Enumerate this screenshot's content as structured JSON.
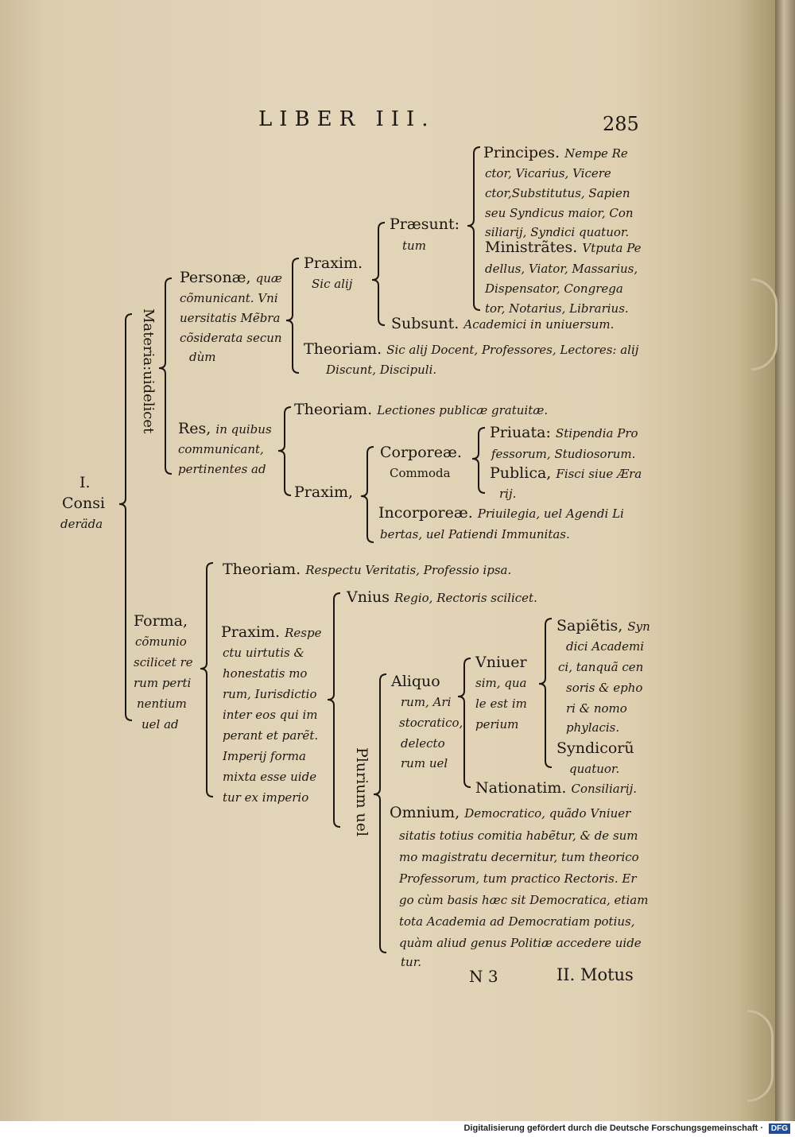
{
  "header": {
    "running_title": "LIBER III.",
    "page_number": "285"
  },
  "root": {
    "line1": "I.",
    "line2": "Consi",
    "line3": "deräda"
  },
  "materia": {
    "label": "Materia:uidelicet",
    "personae": {
      "l1a": "Personæ,",
      "l1b": "quæ",
      "l2": "cõmunicant. Vni",
      "l3": "uersitatis Mẽbra",
      "l4": "cõsiderata secun",
      "l5": "dùm"
    },
    "praxim_p": {
      "head": "Praxim.",
      "sub": "Sic alij"
    },
    "praesunt": {
      "head": "Præsunt:",
      "sub": "tum"
    },
    "principes": {
      "head": "Principes.",
      "l1": "Nempe Re",
      "l2": "ctor, Vicarius, Vicere",
      "l3": "ctor,Substitutus, Sapien",
      "l4": "seu Syndicus maior, Con",
      "l5": "siliarij, Syndici quatuor."
    },
    "ministrantes": {
      "head": "Ministrãtes.",
      "l1": "Vtputa Pe",
      "l2": "dellus, Viator, Massarius,",
      "l3": "Dispensator, Congrega",
      "l4": "tor, Notarius, Librarius."
    },
    "subsunt": {
      "head": "Subsunt.",
      "text": "Academici in uniuersum."
    },
    "theoriam_p": {
      "head": "Theoriam.",
      "text": "Sic alij Docent, Professores, Lectores: alij",
      "l2": "Discunt, Discipuli."
    },
    "res": {
      "l1a": "Res,",
      "l1b": "in quibus",
      "l2": "communicant,",
      "l3": "pertinentes ad"
    },
    "theoriam_r": {
      "head": "Theoriam.",
      "text": "Lectiones publicæ gratuitæ."
    },
    "praxim_r": {
      "head": "Praxim,"
    },
    "corporeae": {
      "head": "Corporeæ.",
      "sub": "Commoda"
    },
    "priuata": {
      "head": "Priuata:",
      "l1": "Stipendia Pro",
      "l2": "fessorum, Studiosorum."
    },
    "publica": {
      "head": "Publica,",
      "l1": "Fisci siue Æra",
      "l2": "rij."
    },
    "incorporeae": {
      "head": "Incorporeæ.",
      "l1": "Priuilegia, uel Agendi Li",
      "l2": "bertas, uel Patiendi Immunitas."
    }
  },
  "forma": {
    "l1": "Forma,",
    "l2": "cõmunio",
    "l3": "scilicet re",
    "l4": "rum perti",
    "l5": "nentium",
    "l6": "uel ad",
    "theoriam": {
      "head": "Theoriam.",
      "text": "Respectu Veritatis, Professio ipsa."
    },
    "praxim": {
      "head": "Praxim.",
      "l1": "Respe",
      "l2": "ctu uirtutis &",
      "l3": "honestatis mo",
      "l4": "rum, Iurisdictio",
      "l5": "inter eos qui im",
      "l6": "perant et parẽt.",
      "l7": "Imperij forma",
      "l8": "mixta esse uide",
      "l9": "tur ex imperio"
    },
    "plurium": "Plurium uel",
    "vnius": {
      "head": "Vnius",
      "text": "Regio, Rectoris scilicet."
    },
    "aliquorum": {
      "head": "Aliquo",
      "l1": "rum, Ari",
      "l2": "stocratico,",
      "l3": "delecto",
      "l4": "rum uel"
    },
    "vniuersim": {
      "l1": "Vniuer",
      "l2": "sim, qua",
      "l3": "le est im",
      "l4": "perium"
    },
    "sapientis": {
      "head": "Sapiẽtis,",
      "l1": "Syn",
      "l2": "dici Academi",
      "l3": "ci, tanquã cen",
      "l4": "soris & epho",
      "l5": "ri & nomo",
      "l6": "phylacis."
    },
    "syndicorum": {
      "head": "Syndicorũ",
      "l1": "quatuor."
    },
    "nationatim": {
      "head": "Nationatim.",
      "text": "Consiliarij."
    },
    "omnium": {
      "head": "Omnium,",
      "l1": "Democratico, quãdo Vniuer",
      "l2": "sitatis totius comitia habẽtur, & de sum",
      "l3": "mo magistratu decernitur, tum theorico",
      "l4": "Professorum, tum practico Rectoris. Er",
      "l5": "go cùm basis hæc sit Democratica, etiam",
      "l6": "tota Academia ad Democratiam potius,",
      "l7": "quàm aliud genus Politiæ accedere uide",
      "l8": "tur."
    }
  },
  "footer": {
    "signature": "N 3",
    "catchword": "II. Motus"
  },
  "banner": {
    "text": "Digitalisierung gefördert durch die Deutsche Forschungsgemeinschaft ·",
    "logo": "DFG"
  }
}
